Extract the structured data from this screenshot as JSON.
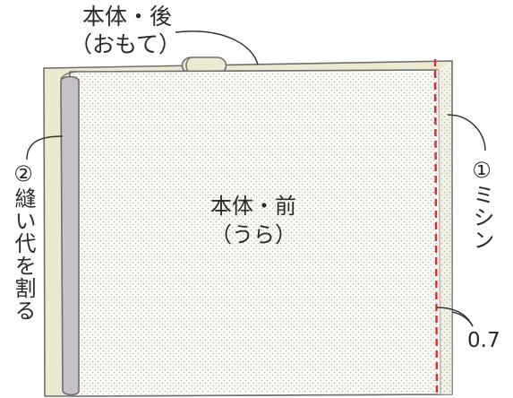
{
  "labels": {
    "back_title": "本体・後",
    "back_sub": "（おもて）",
    "front_title": "本体・前",
    "front_sub": "（うら）",
    "step1_number": "①",
    "step1_text": "ミシン",
    "step2_number": "②",
    "step2_text": "縫い代を割る",
    "seam_allowance": "0.7"
  },
  "colors": {
    "back_fabric": "#ebe9d0",
    "front_fabric": "#fafaf6",
    "dots": "#b3b3a6",
    "seam_allowance": "#c8c0c8",
    "stitch_line": "#d92b2b",
    "outline": "#6e6e6e"
  }
}
